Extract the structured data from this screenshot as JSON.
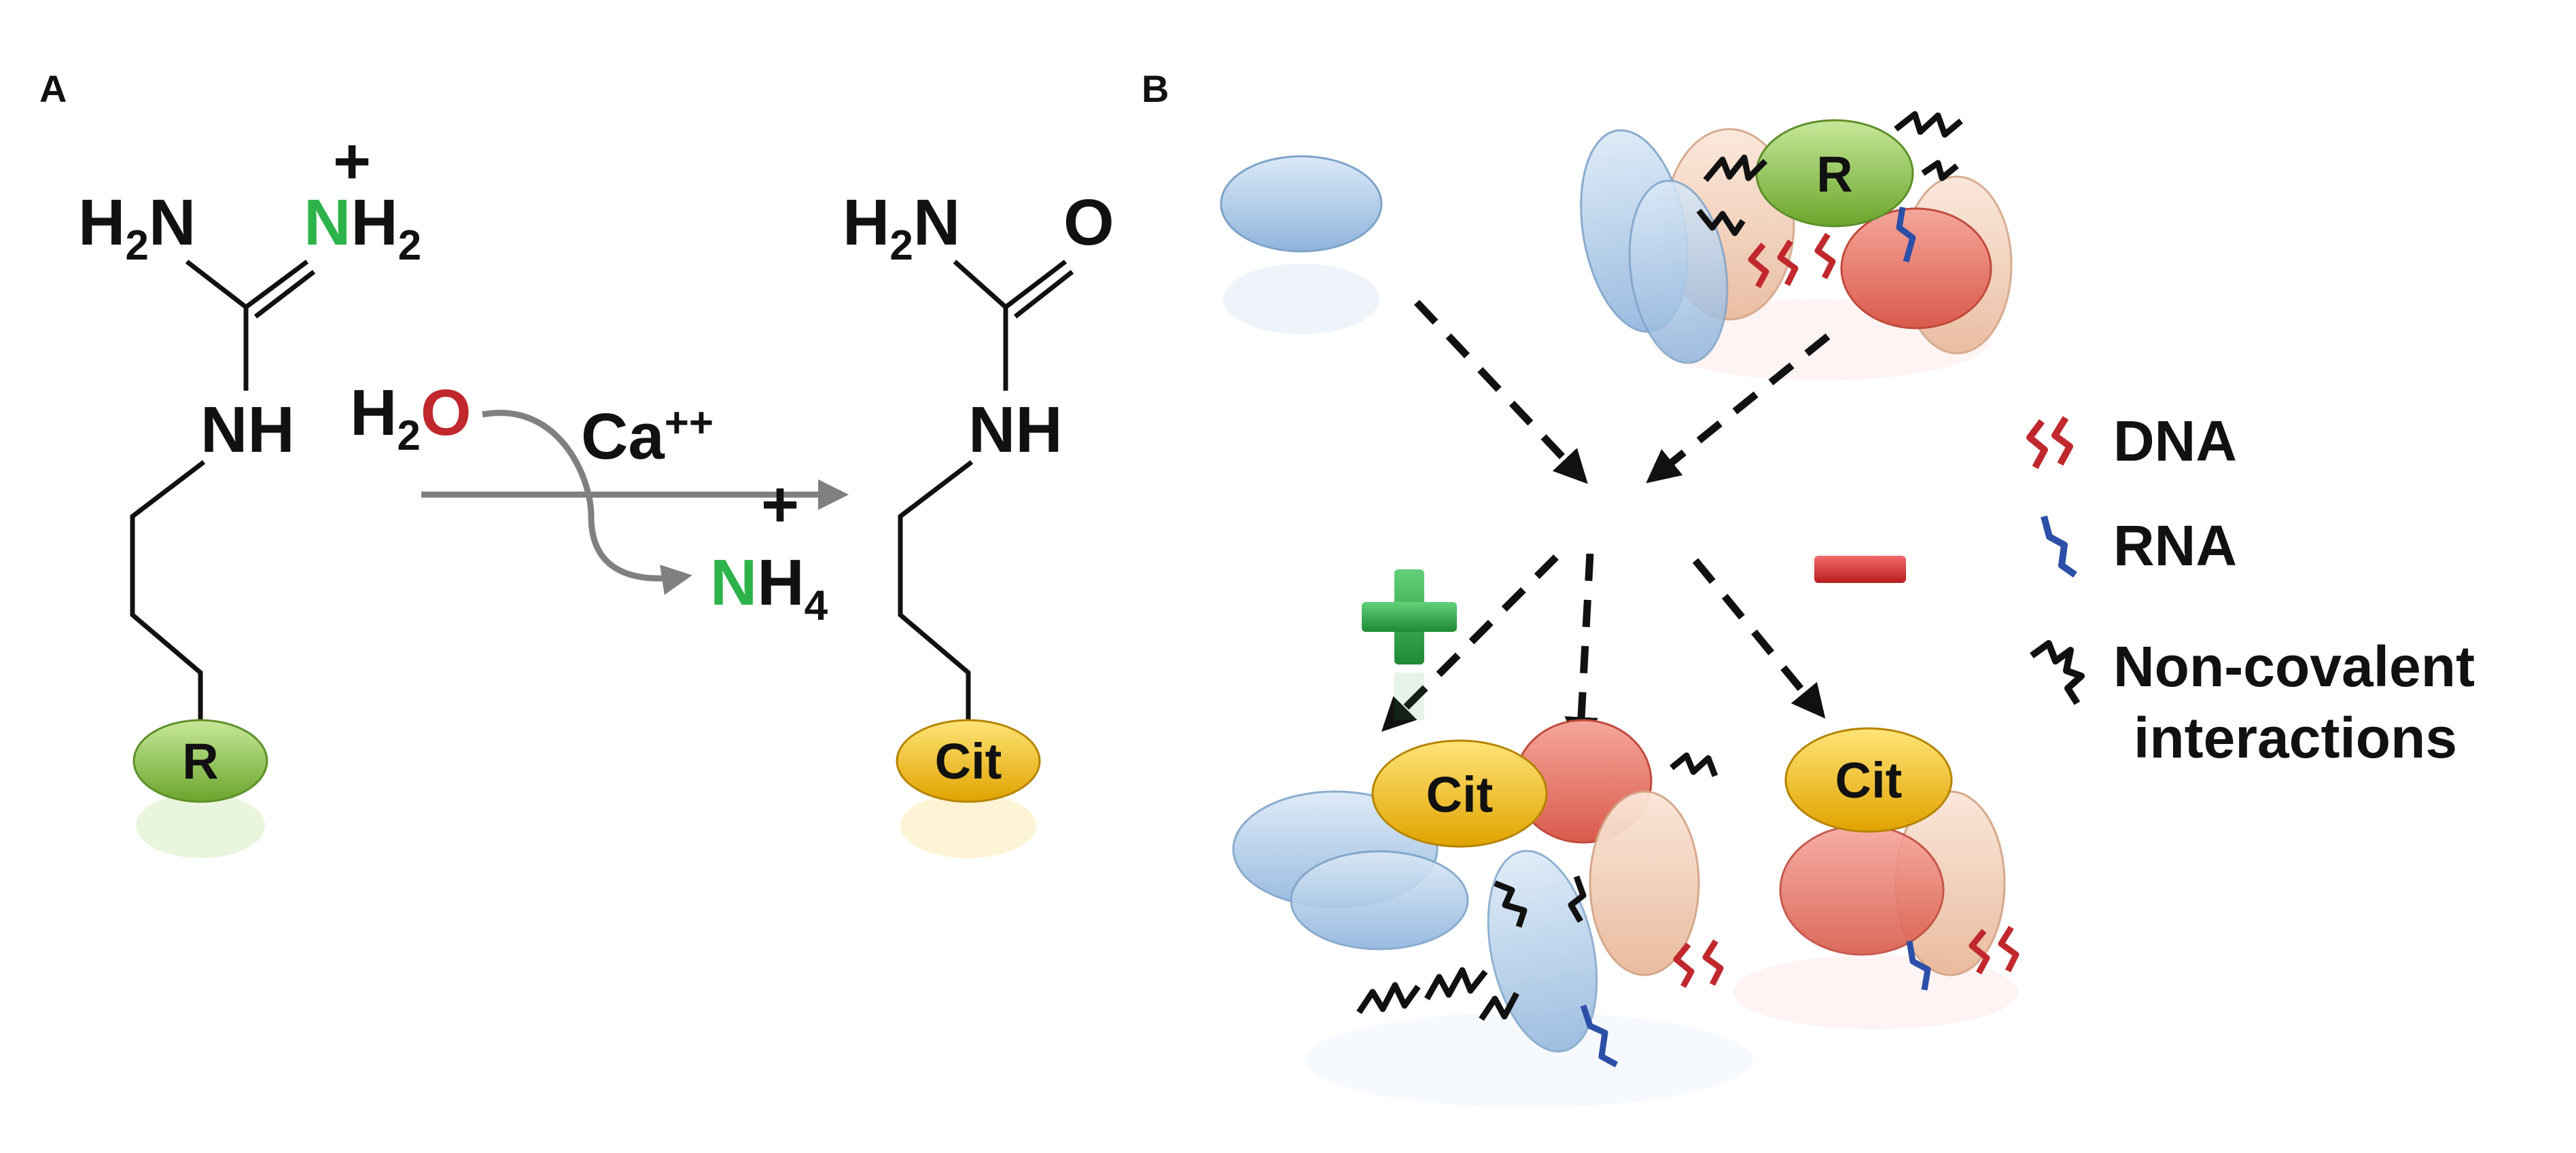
{
  "panels": {
    "a": "A",
    "b": "B"
  },
  "colors": {
    "nitrogen": "#2db34a",
    "oxygen": "#c0282d",
    "arrow": "#808080",
    "dna": "#c0282d",
    "rna": "#2c4fa8",
    "noncovalent": "#111111",
    "plus": "#2a9d3f",
    "minus": "#d42a2a",
    "arginine_fill": "#8cc640",
    "citrulline_fill": "#f6c31a",
    "protein_blue": "#a9c8e8",
    "protein_red": "#e8766a",
    "protein_peach": "#f1cdb6"
  },
  "reaction": {
    "substrate": {
      "amine_group": {
        "prefix": "H",
        "sub": "2",
        "atom": "N"
      },
      "iminium": {
        "atom": "N",
        "charge": "+",
        "suffix": "H",
        "sub": "2"
      },
      "nh": "NH",
      "residue_label": "R"
    },
    "reagent": {
      "prefix": "H",
      "sub": "2",
      "atom": "O"
    },
    "cofactor": {
      "text": "Ca",
      "charge": "++"
    },
    "byproduct": {
      "atom": "N",
      "charge": "+",
      "suffix": "H",
      "sub": "4"
    },
    "product": {
      "amine_group": {
        "prefix": "H",
        "sub": "2",
        "atom": "N"
      },
      "carbonyl": {
        "atom": "O"
      },
      "nh": "NH",
      "residue_label": "Cit"
    }
  },
  "panel_b": {
    "complex_residue_label": "R",
    "result_left_label": "Cit",
    "result_right_label": "Cit",
    "plus_sign": "+",
    "minus_sign": "−"
  },
  "legend": [
    {
      "icon": "dna-icon",
      "label": "DNA"
    },
    {
      "icon": "rna-icon",
      "label": "RNA"
    },
    {
      "icon": "noncovalent-icon",
      "label_line1": "Non-covalent",
      "label_line2": "interactions"
    }
  ]
}
